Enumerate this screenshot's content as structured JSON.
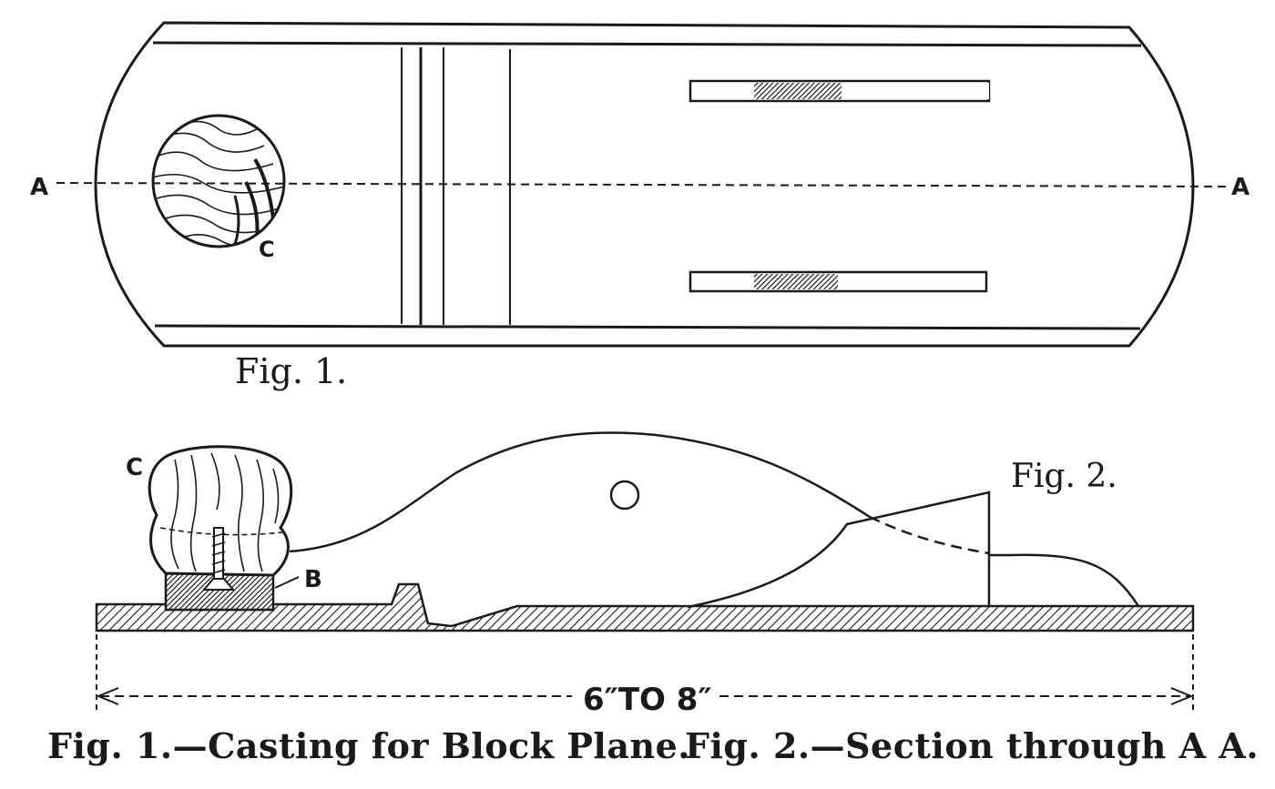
{
  "fig1": {
    "label": "Fig. 1.",
    "section_label_left": "A",
    "section_label_right": "A",
    "knob_label": "C"
  },
  "fig2": {
    "label": "Fig. 2.",
    "knob_label": "C",
    "boss_label": "B",
    "dimension": "6″TO 8″"
  },
  "captions": {
    "fig1": "Fig. 1.—Casting for Block Plane.",
    "fig2": "Fig. 2.—Section through A A."
  }
}
